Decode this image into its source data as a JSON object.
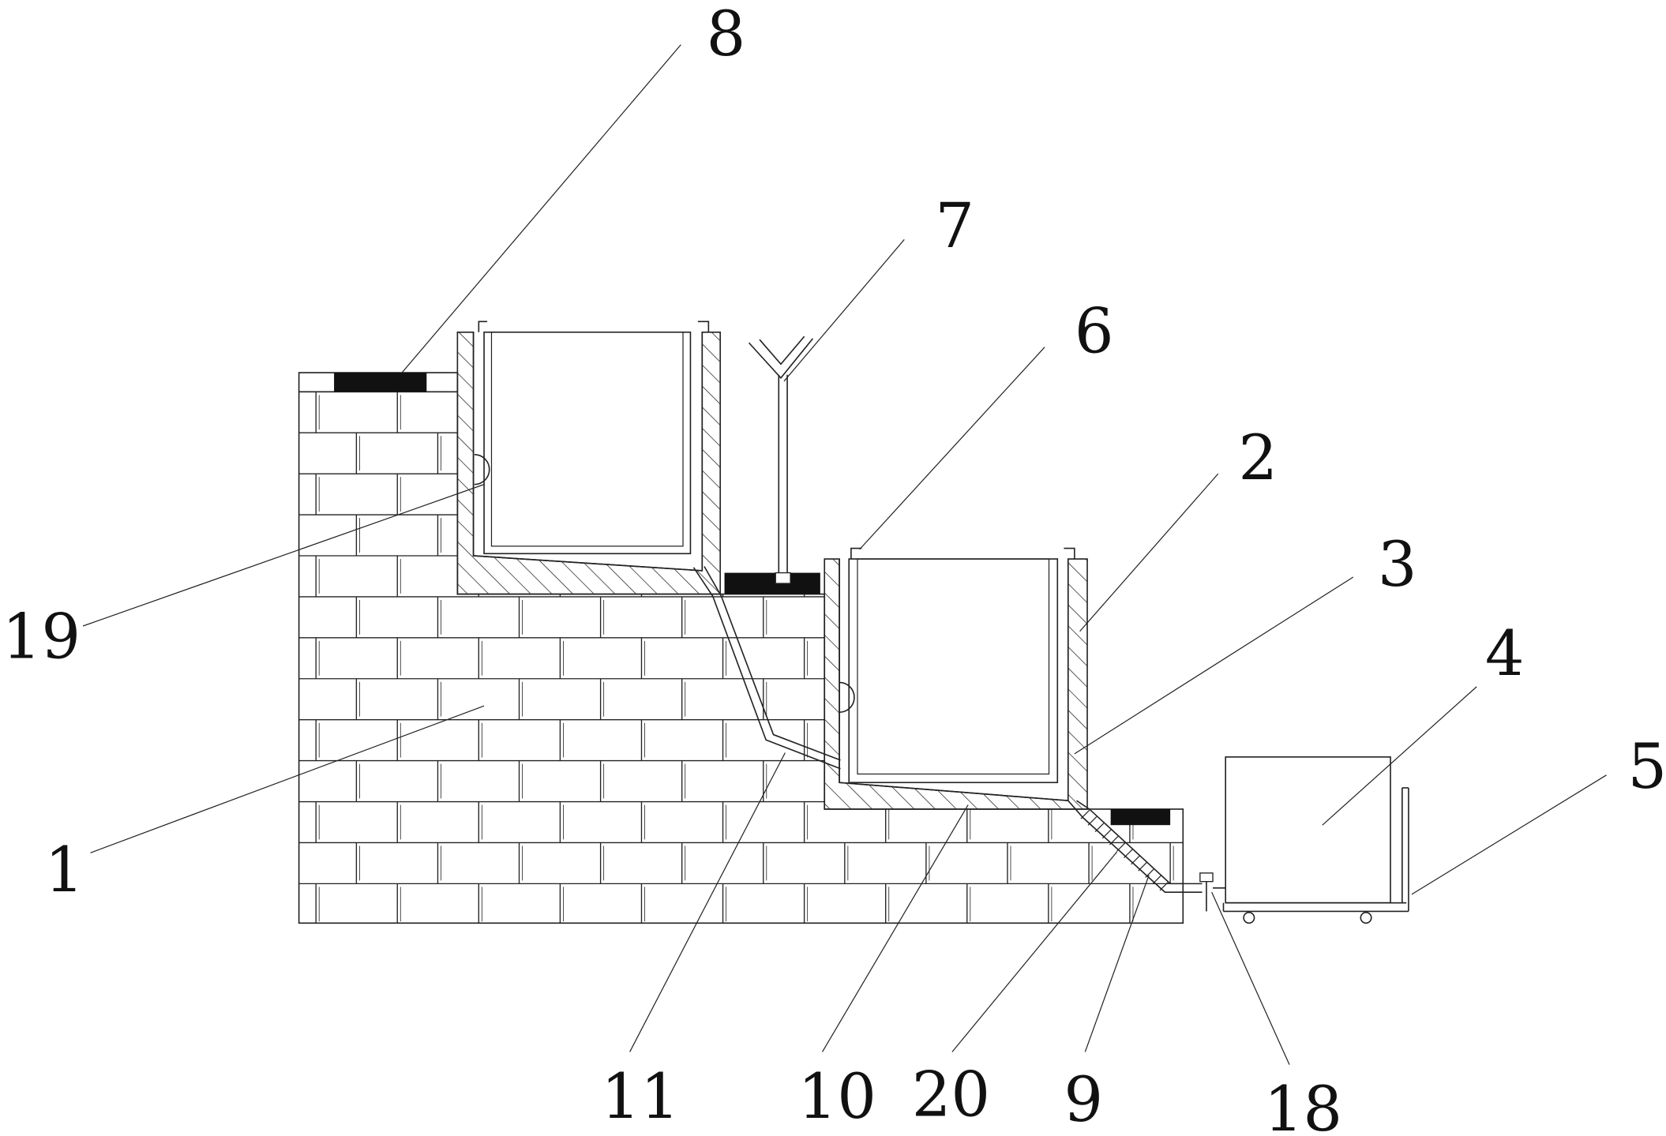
{
  "figure": {
    "callouts": [
      {
        "id": "c8",
        "text": "8"
      },
      {
        "id": "c7",
        "text": "7"
      },
      {
        "id": "c6",
        "text": "6"
      },
      {
        "id": "c2",
        "text": "2"
      },
      {
        "id": "c3",
        "text": "3"
      },
      {
        "id": "c4",
        "text": "4"
      },
      {
        "id": "c5",
        "text": "5"
      },
      {
        "id": "c19",
        "text": "19"
      },
      {
        "id": "c1",
        "text": "1"
      },
      {
        "id": "c11",
        "text": "11"
      },
      {
        "id": "c10",
        "text": "10"
      },
      {
        "id": "c20",
        "text": "20"
      },
      {
        "id": "c9",
        "text": "9"
      },
      {
        "id": "c18",
        "text": "18"
      }
    ]
  }
}
